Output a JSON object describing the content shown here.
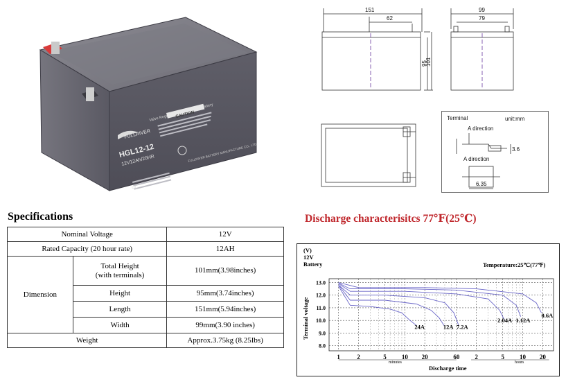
{
  "product": {
    "brand_logo_text": "FULLRIVER",
    "model": "HGL12-12",
    "rating_line": "12V12Ah/20HR",
    "subtitle": "Valve Regulated Rechargeable Battery",
    "caution_heading": "CAUTION",
    "maker": "FULLRIVER BATTERY MANUFACTURE CO., LTD."
  },
  "drawings": {
    "front": {
      "width_total": "151",
      "width_inner": "62",
      "height_body": "95",
      "height_total": "101"
    },
    "side": {
      "width_total": "99",
      "width_inner": "79"
    },
    "terminal": {
      "title": "Terminal",
      "unit": "unit:mm",
      "direction_a_top": "A direction",
      "direction_a_bottom": "A direction",
      "dim_small": "3.6",
      "dim_bottom": "6.35"
    }
  },
  "specifications": {
    "title": "Specifications",
    "rows": {
      "nominal_voltage": {
        "label": "Nominal Voltage",
        "value": "12V"
      },
      "rated_capacity": {
        "label": "Rated Capacity (20 hour rate)",
        "value": "12AH"
      },
      "dimension_label": "Dimension",
      "total_height": {
        "label_line1": "Total Height",
        "label_line2": "(with terminals)",
        "value": "101mm(3.98inches)"
      },
      "height": {
        "label": "Height",
        "value": "95mm(3.74inches)"
      },
      "length": {
        "label": "Length",
        "value": "151mm(5.94inches)"
      },
      "width": {
        "label": "Width",
        "value": "99mm(3.90 inches)"
      },
      "weight": {
        "label": "Weight",
        "value": "Approx.3.75kg (8.25Ibs)"
      }
    }
  },
  "discharge": {
    "title": "Discharge characterisitcs 77℉(25℃)",
    "title_color": "#c0282d",
    "unit_v": "(V)",
    "unit_12v": "12V",
    "unit_battery": "Battery",
    "temperature": "Temperature:25℃(77℉)",
    "ylabel": "Terminal voltage",
    "xlabel": "Discharge time",
    "minutes_label": "minutes",
    "hours_label": "hours"
  },
  "chart_data": {
    "type": "line",
    "title": "Discharge characterisitcs 77℉(25℃)",
    "xlabel": "Discharge time",
    "ylabel": "Terminal voltage",
    "yunit": "(V)",
    "ylim": [
      7.6,
      13.3
    ],
    "yticks": [
      "13.0",
      "12.0",
      "11.0",
      "10.0",
      "9.0",
      "8.0"
    ],
    "yticks_values": [
      13.0,
      12.0,
      11.0,
      10.0,
      9.0,
      8.0
    ],
    "xscale": "log",
    "xticks_minutes": [
      "1",
      "2",
      "5",
      "10",
      "20",
      "60"
    ],
    "xticks_hours": [
      "2",
      "5",
      "10",
      "20"
    ],
    "xticks_minutes_values": [
      1,
      2,
      5,
      10,
      20,
      60
    ],
    "xticks_hours_values_min": [
      120,
      300,
      600,
      1200
    ],
    "grid": true,
    "series": [
      {
        "name": "24A",
        "color": "#6a66c8",
        "label_at": [
          14,
          9.5
        ],
        "points": [
          [
            1,
            12.7
          ],
          [
            1.5,
            11.2
          ],
          [
            3,
            11.1
          ],
          [
            6,
            10.9
          ],
          [
            9,
            10.6
          ],
          [
            12,
            10.0
          ],
          [
            15,
            9.6
          ]
        ]
      },
      {
        "name": "12A",
        "color": "#6a66c8",
        "label_at": [
          38,
          9.5
        ],
        "points": [
          [
            1,
            12.8
          ],
          [
            1.5,
            11.6
          ],
          [
            5,
            11.6
          ],
          [
            15,
            11.3
          ],
          [
            25,
            10.8
          ],
          [
            33,
            10.2
          ],
          [
            39,
            9.6
          ]
        ]
      },
      {
        "name": "7.2A",
        "color": "#6a66c8",
        "label_at": [
          60,
          9.5
        ],
        "points": [
          [
            1,
            12.8
          ],
          [
            1.5,
            12.0
          ],
          [
            5,
            12.0
          ],
          [
            20,
            11.8
          ],
          [
            40,
            11.4
          ],
          [
            55,
            10.6
          ],
          [
            65,
            9.6
          ]
        ]
      },
      {
        "name": "2.04A",
        "color": "#6a66c8",
        "label_at": [
          250,
          10.0
        ],
        "points": [
          [
            1,
            12.9
          ],
          [
            1.5,
            12.3
          ],
          [
            10,
            12.3
          ],
          [
            60,
            12.1
          ],
          [
            180,
            11.7
          ],
          [
            270,
            10.8
          ],
          [
            320,
            10.0
          ]
        ]
      },
      {
        "name": "1.12A",
        "color": "#6a66c8",
        "label_at": [
          470,
          10.0
        ],
        "points": [
          [
            1,
            12.95
          ],
          [
            1.5,
            12.5
          ],
          [
            10,
            12.5
          ],
          [
            60,
            12.4
          ],
          [
            300,
            12.0
          ],
          [
            480,
            11.2
          ],
          [
            560,
            10.3
          ]
        ]
      },
      {
        "name": "0.6A",
        "color": "#6a66c8",
        "label_at": [
          1150,
          10.4
        ],
        "points": [
          [
            1,
            13.0
          ],
          [
            2,
            12.6
          ],
          [
            20,
            12.6
          ],
          [
            120,
            12.5
          ],
          [
            600,
            12.1
          ],
          [
            960,
            11.4
          ],
          [
            1150,
            10.6
          ]
        ]
      }
    ]
  }
}
